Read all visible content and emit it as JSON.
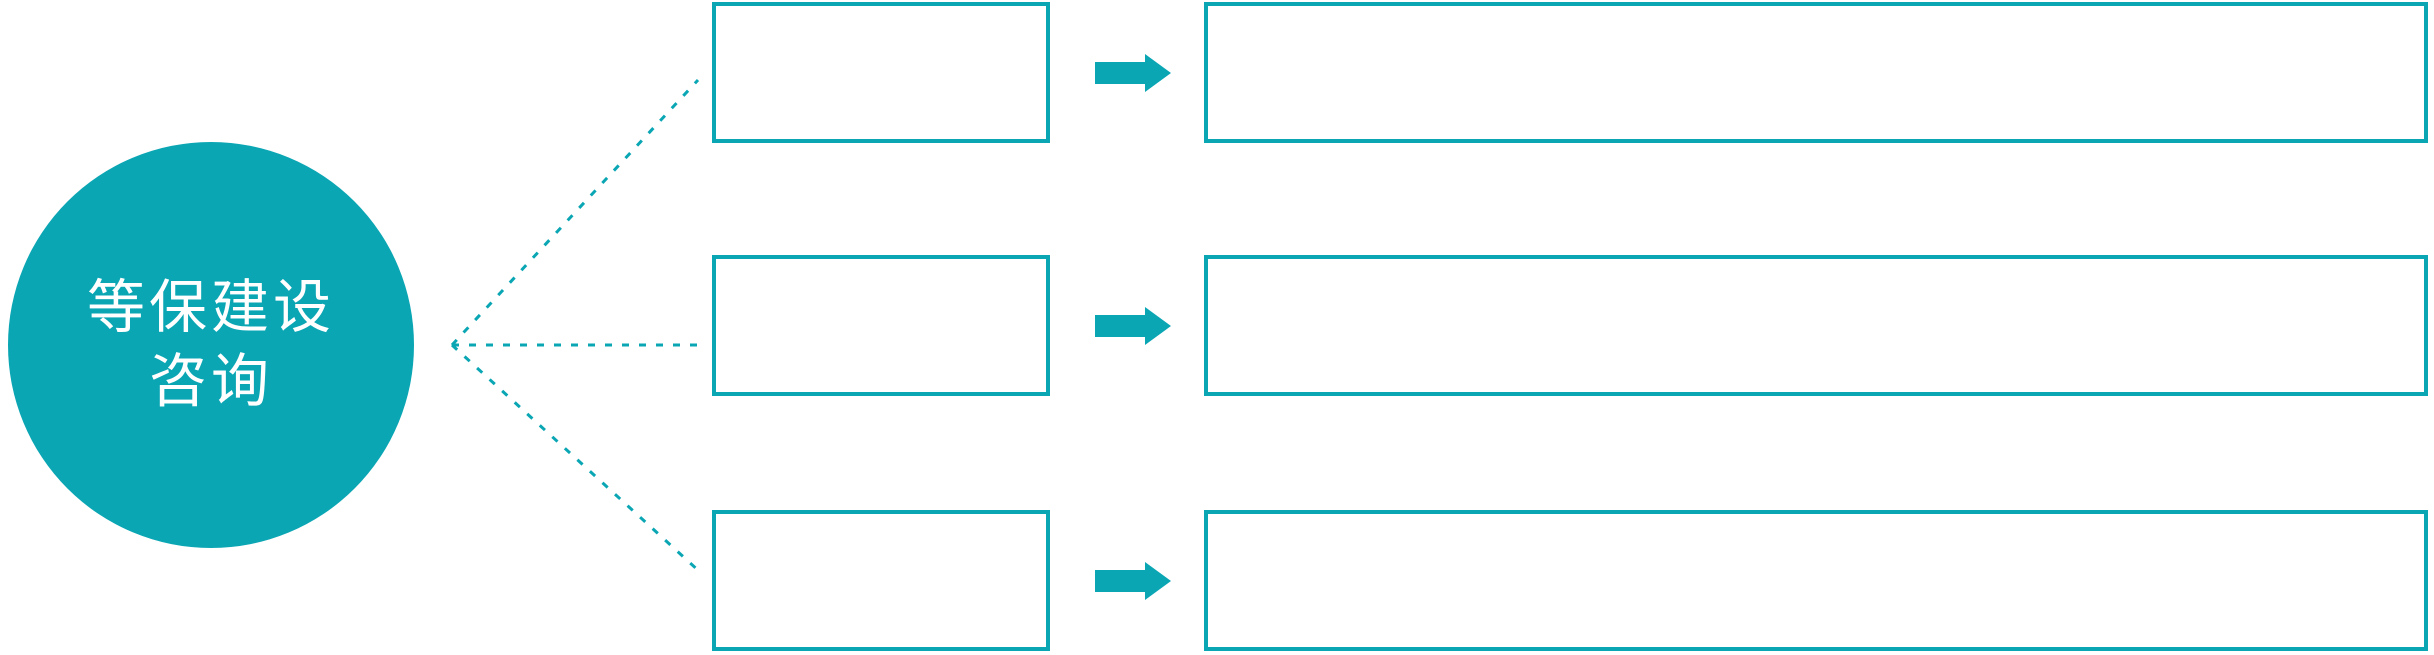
{
  "colors": {
    "accent_teal": "#0AA6B4",
    "background": "#FFFFFF",
    "box_fill": "#FFFFFF"
  },
  "circle": {
    "title_line1": "等保建设",
    "title_line2": "咨询"
  },
  "diagram": {
    "type": "radial-flow",
    "hub_label": "等保建设咨询",
    "connector_style": "dotted",
    "arrow_icon": "right-arrow",
    "rows": [
      {
        "small_box_text": "",
        "large_box_text": ""
      },
      {
        "small_box_text": "",
        "large_box_text": ""
      },
      {
        "small_box_text": "",
        "large_box_text": ""
      }
    ]
  }
}
